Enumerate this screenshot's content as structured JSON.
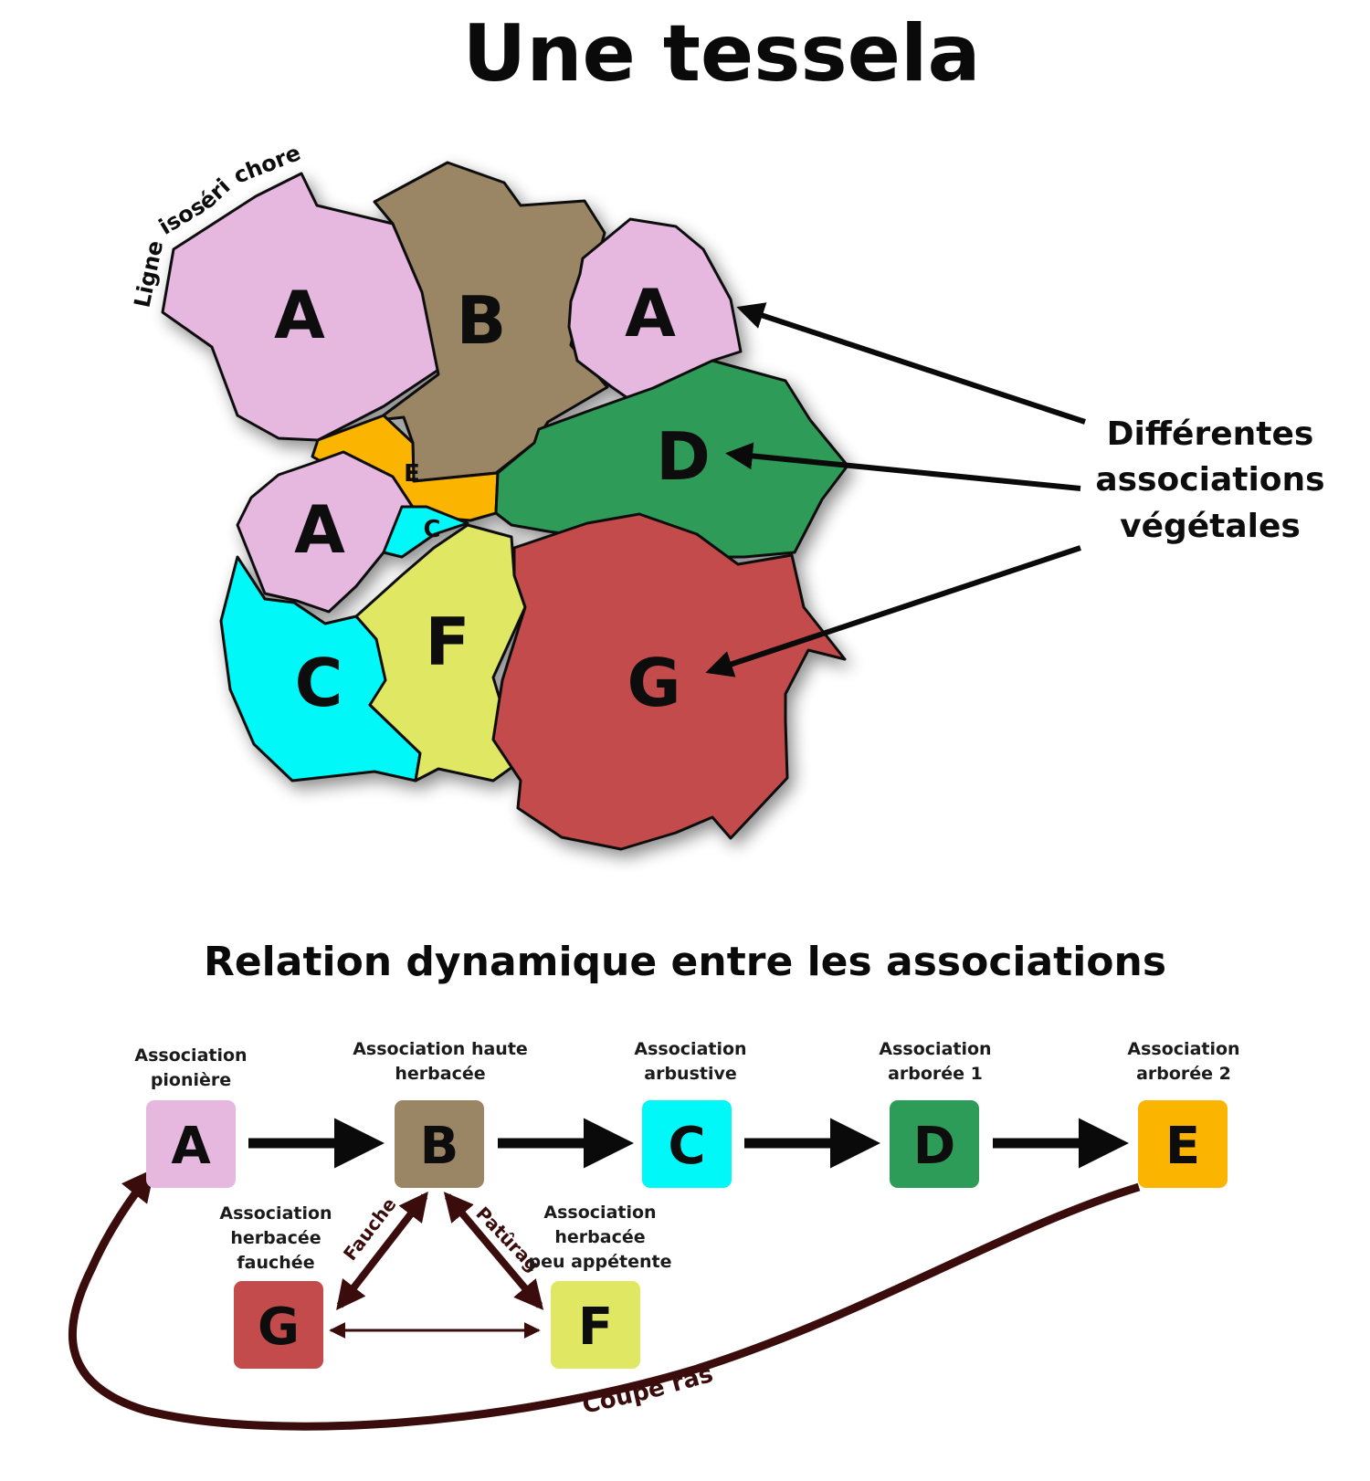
{
  "title": "Une tessela",
  "subtitle": "Relation dynamique entre les associations",
  "boundary_label": "Ligne isoséri chore",
  "annotation": [
    "Différentes",
    "associations",
    "végétales"
  ],
  "map": {
    "regions": [
      {
        "id": "A1",
        "label": "A",
        "color": "#e6b8e0"
      },
      {
        "id": "B",
        "label": "B",
        "color": "#9a8565"
      },
      {
        "id": "A2",
        "label": "A",
        "color": "#e6b8e0"
      },
      {
        "id": "E",
        "label": "E",
        "color": "#fbb400"
      },
      {
        "id": "D",
        "label": "D",
        "color": "#2e9c59"
      },
      {
        "id": "A3",
        "label": "A",
        "color": "#e6b8e0"
      },
      {
        "id": "C2",
        "label": "C",
        "color": "#00f8f8"
      },
      {
        "id": "C",
        "label": "C",
        "color": "#00f8f8"
      },
      {
        "id": "F",
        "label": "F",
        "color": "#dfe763"
      },
      {
        "id": "G",
        "label": "G",
        "color": "#c34b4b"
      }
    ]
  },
  "nodes": [
    {
      "id": "A",
      "letter": "A",
      "caption": [
        "Association",
        "pionière"
      ],
      "color": "#e6b8e0"
    },
    {
      "id": "B",
      "letter": "B",
      "caption": [
        "Association haute",
        "herbacée"
      ],
      "color": "#9a8565"
    },
    {
      "id": "C",
      "letter": "C",
      "caption": [
        "Association",
        "arbustive"
      ],
      "color": "#00f8f8"
    },
    {
      "id": "D",
      "letter": "D",
      "caption": [
        "Association",
        "arborée 1"
      ],
      "color": "#2e9c59"
    },
    {
      "id": "E",
      "letter": "E",
      "caption": [
        "Association",
        "arborée 2"
      ],
      "color": "#fbb400"
    },
    {
      "id": "G",
      "letter": "G",
      "caption": [
        "Association",
        "herbacée",
        "fauchée"
      ],
      "color": "#c34b4b"
    },
    {
      "id": "F",
      "letter": "F",
      "caption": [
        "Association",
        "herbacée",
        "peu appétente"
      ],
      "color": "#dfe763"
    }
  ],
  "edge_labels": {
    "fauche": "Fauche",
    "paturage": "Patûrage",
    "coupe_rase": "Coupe rase"
  },
  "colors": {
    "arrow": "#0a0a0a",
    "dynamic_arrow": "#3a0c0c",
    "label_dark_red": "#3a0c0c"
  }
}
